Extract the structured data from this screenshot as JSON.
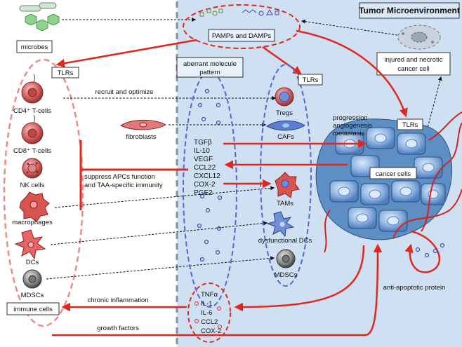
{
  "title": "Tumor Microenvironment",
  "labels": {
    "microbes": "microbes",
    "pamps_damps": "PAMPs and DAMPs",
    "injured_cell": "injured and necrotic cancer cell",
    "tlrs_left": "TLRs",
    "tlrs_mid": "TLRs",
    "tlrs_right": "TLRs",
    "aberrant_pattern": "aberrant molecule pattern",
    "recruit": "recruit and optimize",
    "fibroblasts": "fibroblasts",
    "tregs": "Tregs",
    "cafs": "CAFs",
    "progression": "progression",
    "angiogenesis": "angiogenesis",
    "metastasis": "metastasis",
    "cancer_cells": "cancer cells",
    "suppress_line1": "suppress APCs function",
    "suppress_line2": "and TAA-specific immunity",
    "tams": "TAMs",
    "dysfunctional_dcs": "dysfunctional DCs",
    "mdscs_mid": "MDSCs",
    "anti_apoptotic": "anti-apoptotic protein",
    "chronic": "chronic inflammation",
    "growth": "growth factors",
    "immune_cells": "immune cells"
  },
  "immune_cells": [
    "CD4⁺ T-cells",
    "CD8⁺ T-cells",
    "NK cells",
    "macrophages",
    "DCs",
    "MDSCs"
  ],
  "suppressive_factors": [
    "TGFβ",
    "IL-10",
    "VEGF",
    "CCL22",
    "CXCL12",
    "COX-2",
    "PGE2"
  ],
  "inflammatory_factors": [
    "TNFα",
    "IL-1",
    "IL-6",
    "CCL2",
    "COX-2"
  ],
  "colors": {
    "tme_background": "#cfe0f3",
    "arrow_red": "#e0281e",
    "ellipse_red": "#ef8a8a",
    "ellipse_blue": "#5566dd",
    "cancer_cell": "#6f9fcf",
    "divider": "#8a8f96"
  }
}
